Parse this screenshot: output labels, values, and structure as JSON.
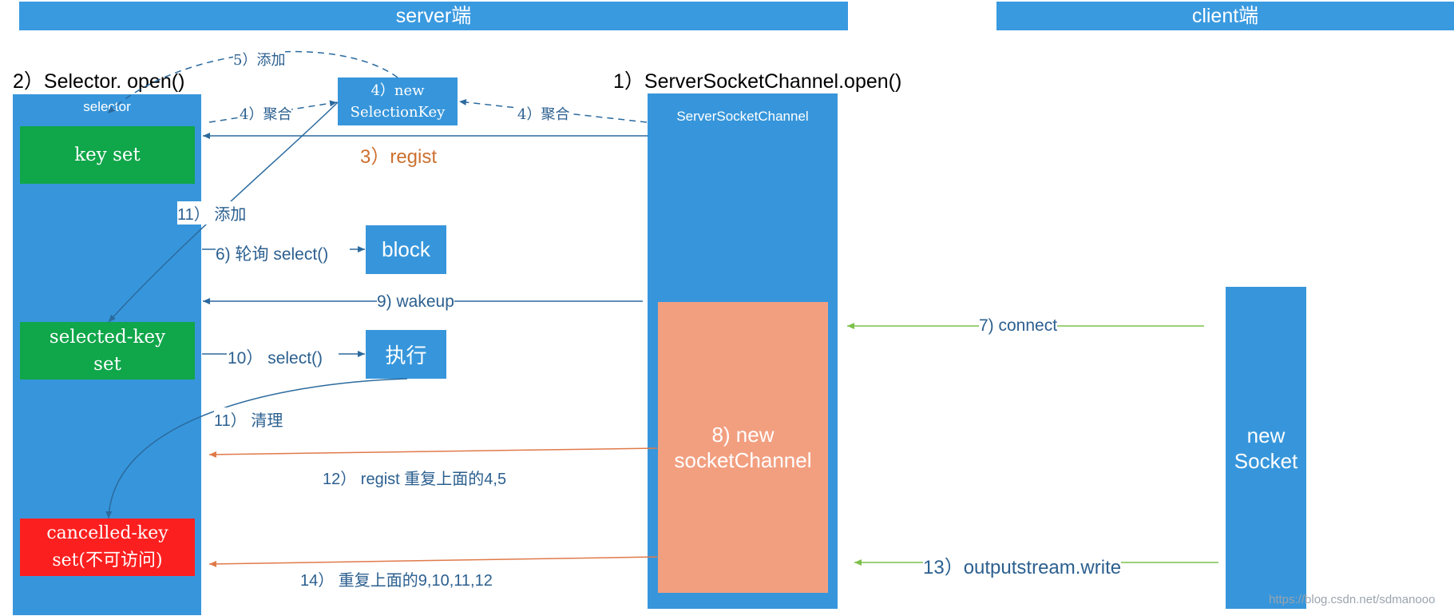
{
  "headers": {
    "server": "server端",
    "client": "client端"
  },
  "titles": {
    "selector_open": "2）Selector. open()",
    "ssc_open": "1）ServerSocketChannel.open()"
  },
  "selector": {
    "label": "selector",
    "key_set": "key set",
    "selected_key_set": "selected-key set",
    "cancelled_key_set": "cancelled-key set(不可访问)"
  },
  "selection_key_box": "4）new SelectionKey",
  "block_box": "block",
  "exec_box": "执行",
  "server_socket_channel": "ServerSocketChannel",
  "new_socket_channel": "8) new socketChannel",
  "new_socket": "new Socket",
  "steps": {
    "s5": "5）添加",
    "s4_left": "4）聚合",
    "s4_right": "4）聚合",
    "s3": "3）regist",
    "s11_add": "11） 添加",
    "s6": "6) 轮询  select()",
    "s9": "9) wakeup",
    "s10": "10） select()",
    "s11_clean": "11） 清理",
    "s12": "12） regist  重复上面的4,5",
    "s14": "14） 重复上面的9,10,11,12",
    "s7": "7) connect",
    "s13": "13）outputstream.write"
  },
  "watermark": "https://blog.csdn.net/sdmanooo"
}
